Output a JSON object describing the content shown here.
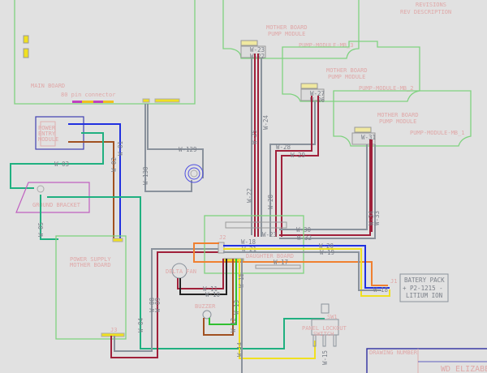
{
  "revision_block": {
    "title": "REVISIONS",
    "rev_description": "REV DESCRIPTION"
  },
  "main_board": {
    "label": "MAIN BOARD",
    "connector": "80 pin connector"
  },
  "power_entry": {
    "label_lines": [
      "POWER",
      "ENTRY",
      "MODULE"
    ]
  },
  "ground_bracket": {
    "label": "GROUND BRACKET"
  },
  "power_supply": {
    "label_lines": [
      "POWER SUPPLY",
      "MOTHER BOARD"
    ],
    "connector": "J3"
  },
  "pump_modules": [
    {
      "label_lines": [
        "MOTHER BOARD",
        "PUMP MODULE"
      ],
      "id": "PUMP-MODULE-MB_3"
    },
    {
      "label_lines": [
        "MOTHER BOARD",
        "PUMP MODULE"
      ],
      "id": "PUMP-MODULE-MB_2"
    },
    {
      "label_lines": [
        "MOTHER BOARD",
        "PUMP MODULE"
      ],
      "id": "PUMP-MODULE-MB_1"
    }
  ],
  "hub": {
    "label": "DAUGHTER BOARD",
    "connector": "J2"
  },
  "fan": {
    "label": "DELTA FAN"
  },
  "buzzer": {
    "label": "BUZZER"
  },
  "lockout": {
    "label_lines": [
      "PANEL LOCKOUT",
      "SWITCH"
    ],
    "connector": "SW1"
  },
  "battery": {
    "label_lines": [
      "BATERY PACK",
      "+ P2-1215 -",
      "LITIUM ION"
    ],
    "connector": "J1"
  },
  "title_block": {
    "company": "WD ELIZABETH",
    "drawing_note": "DRAWING NUMBER"
  },
  "wires": {
    "w01": "W-01",
    "w02": "W-02",
    "w03": "W-03",
    "w04": "W-04",
    "w05": "W-05",
    "w08": "W-08",
    "w09": "W-09",
    "w10": "W-10",
    "w11": "W-11",
    "w12": "W-12",
    "w13": "W-13",
    "w14": "W-14",
    "w15": "W-15",
    "w15b": "W-15",
    "w17": "W-17",
    "w18": "W-18",
    "w18b": "W-18",
    "w19": "W-19",
    "w20": "W-20",
    "w21": "W-21",
    "w22": "W-22",
    "w23": "W-23",
    "w24": "W-24",
    "w25": "W-25",
    "w26": "W-26",
    "w27": "W-27",
    "w28": "W-28",
    "w29": "W-29",
    "w30": "W-30",
    "w31": "W-31",
    "w32": "W-32",
    "w33": "W-33",
    "w34": "W-34",
    "w129": "W-129",
    "w130": "W-130"
  },
  "colors": {
    "board": "#7fd27f",
    "wire_red": "#a0203a",
    "wire_grey": "#8a929c",
    "wire_blue": "#2030e0",
    "wire_yellow": "#f0e020",
    "wire_green": "#20b080",
    "wire_brown": "#a05020",
    "wire_orange": "#f08030"
  }
}
